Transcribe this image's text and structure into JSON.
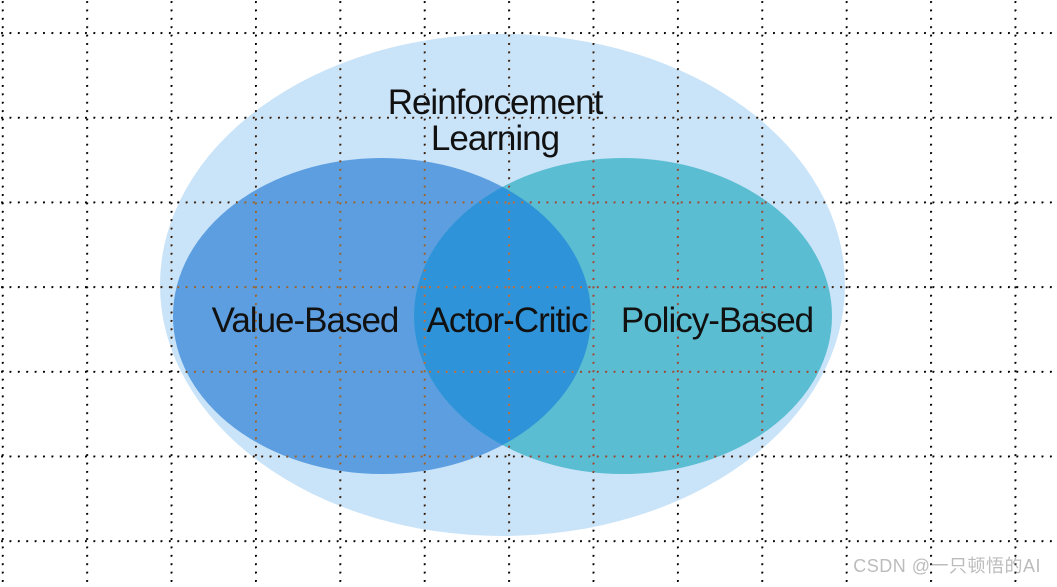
{
  "diagram": {
    "title_line1": "Reinforcement",
    "title_line2": "Learning",
    "regions": {
      "outer": {
        "color": "#C9E3F9"
      },
      "left": {
        "label": "Value-Based",
        "color": "#5C9EE0"
      },
      "overlap": {
        "label": "Actor-Critic",
        "color": "#2E93D8"
      },
      "right": {
        "label": "Policy-Based",
        "color": "#5ABDD1"
      }
    }
  },
  "watermark": {
    "text": "CSDN @一只顿悟的AI"
  }
}
